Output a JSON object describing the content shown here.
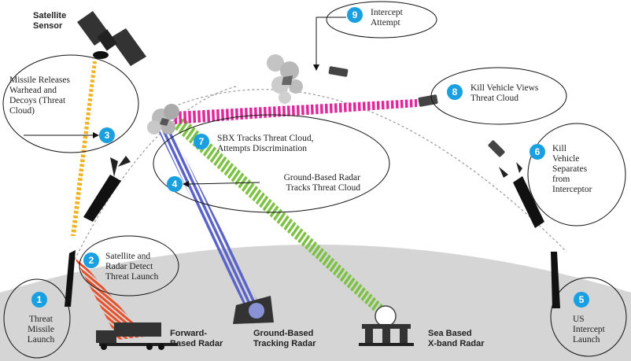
{
  "sensor": {
    "title_line1": "Satellite",
    "title_line2": "Sensor"
  },
  "steps": [
    {
      "number": "1",
      "line1": "Threat",
      "line2": "Missile",
      "line3": "Launch"
    },
    {
      "number": "2",
      "line1": "Satellite and",
      "line2": "Radar Detect",
      "line3": "Threat Launch"
    },
    {
      "number": "3",
      "line1": "Missile Releases",
      "line2": "Warhead and",
      "line3": "Decoys (Threat",
      "line4": "Cloud)"
    },
    {
      "number": "4",
      "line1": "Ground-Based Radar",
      "line2": "Tracks Threat Cloud"
    },
    {
      "number": "5",
      "line1": "US",
      "line2": "Intercept",
      "line3": "Launch"
    },
    {
      "number": "6",
      "line1": "Kill",
      "line2": "Vehicle",
      "line3": "Separates",
      "line4": "from",
      "line5": "Interceptor"
    },
    {
      "number": "7",
      "line1": "SBX Tracks Threat Cloud,",
      "line2": "Attempts Discrimination"
    },
    {
      "number": "8",
      "line1": "Kill Vehicle Views",
      "line2": "Threat Cloud"
    },
    {
      "number": "9",
      "line1": "Intercept",
      "line2": "Attempt"
    }
  ],
  "facilities": {
    "forward_radar": {
      "line1": "Forward-",
      "line2": "Based Radar"
    },
    "tracking_radar": {
      "line1": "Ground-Based",
      "line2": "Tracking Radar"
    },
    "xband_radar": {
      "line1": "Sea Based",
      "line2": "X-band Radar"
    }
  },
  "colors": {
    "step_badge": "#1aa0e0",
    "satellite_beam": "#f2b21b",
    "forward_radar_beam": "#e8502a",
    "tracking_radar_beam": "#5a64c8",
    "sbx_beam": "#7cc242",
    "kill_vehicle_beam": "#e0289a",
    "ground": "#d5d5d5"
  }
}
